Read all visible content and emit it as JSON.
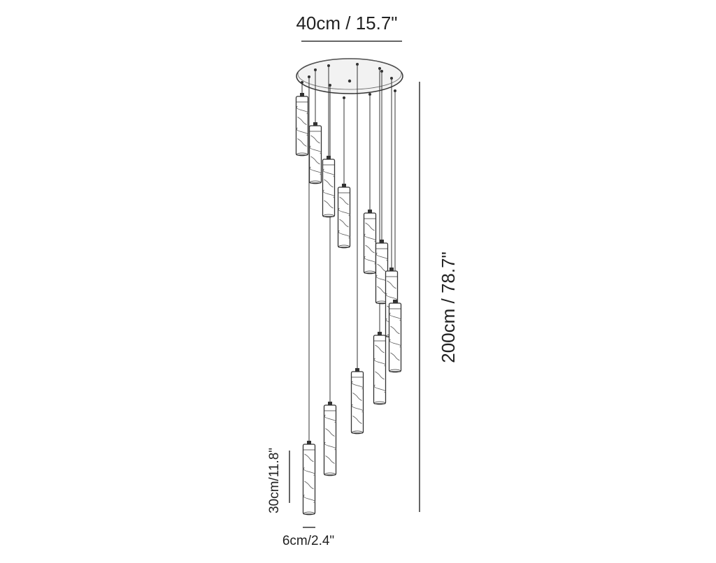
{
  "dimensions": {
    "width_label": "40cm / 15.7\"",
    "height_label": "200cm / 78.7\"",
    "pendant_length_label": "30cm/11.8\"",
    "pendant_diameter_label": "6cm/2.4\""
  },
  "fixture": {
    "pendant_count": 12
  },
  "colors": {
    "line": "#333333",
    "canopy": "#f2f2f2",
    "shade": "#ffffff",
    "marble_vein": "#555555"
  }
}
